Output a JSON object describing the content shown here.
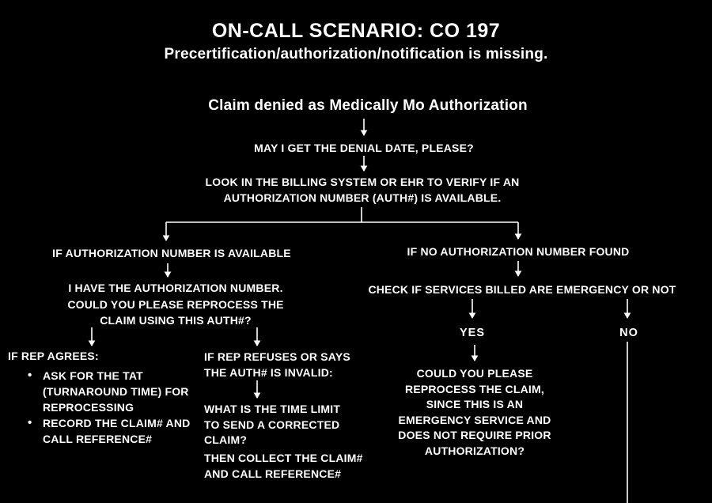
{
  "colors": {
    "background": "#000000",
    "text": "#ffffff",
    "connector": "#ffffff"
  },
  "header": {
    "title": "ON-CALL SCENARIO: CO 197",
    "subtitle": "Precertification/authorization/notification is missing."
  },
  "flow": {
    "claim_denied": "Claim denied as Medically Mo Authorization",
    "denial_date_question": "MAY I GET THE DENIAL DATE, PLEASE?",
    "look_billing": {
      "lines": [
        "LOOK IN THE BILLING SYSTEM OR EHR TO VERIFY IF AN",
        "AUTHORIZATION NUMBER (AUTH#) IS AVAILABLE."
      ]
    },
    "left_branch": {
      "label": "IF AUTHORIZATION NUMBER IS AVAILABLE",
      "reprocess_request": {
        "lines": [
          "I HAVE THE AUTHORIZATION NUMBER.",
          "COULD YOU PLEASE REPROCESS THE",
          "CLAIM USING THIS AUTH#?"
        ]
      },
      "agrees": {
        "label": "IF REP AGREES:",
        "bullets": [
          "ASK FOR THE TAT (TURNAROUND TIME) FOR REPROCESSING",
          "RECORD THE CLAIM# AND CALL REFERENCE#"
        ]
      },
      "refuses": {
        "label_lines": [
          "IF REP REFUSES OR SAYS",
          "THE AUTH# IS INVALID:"
        ],
        "time_limit_lines": [
          "WHAT IS THE TIME LIMIT",
          "TO SEND A CORRECTED",
          "CLAIM?"
        ],
        "collect_lines": [
          "THEN COLLECT THE CLAIM#",
          "AND CALL REFERENCE#"
        ]
      }
    },
    "right_branch": {
      "label": "IF NO AUTHORIZATION NUMBER FOUND",
      "check_emergency": "CHECK IF SERVICES BILLED ARE EMERGENCY OR NOT",
      "yes_label": "YES",
      "no_label": "NO",
      "yes_action_lines": [
        "COULD YOU PLEASE",
        "REPROCESS THE CLAIM,",
        "SINCE THIS IS AN",
        "EMERGENCY SERVICE AND",
        "DOES NOT REQUIRE PRIOR",
        "AUTHORIZATION?"
      ]
    }
  }
}
